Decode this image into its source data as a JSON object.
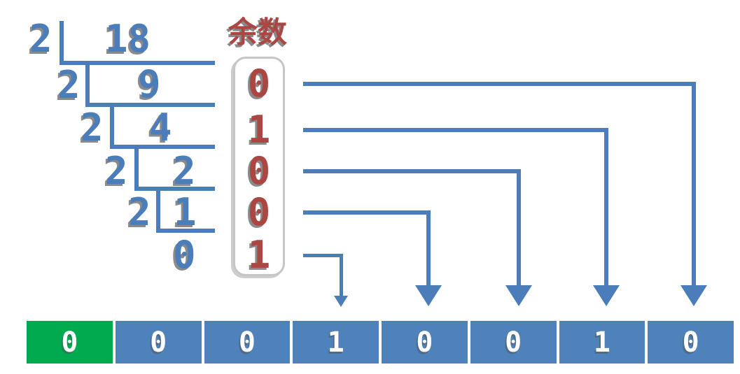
{
  "labels": {
    "remainder_header": "余数"
  },
  "ladder": {
    "steps": [
      {
        "divisor": "2",
        "value": "18"
      },
      {
        "divisor": "2",
        "value": "9"
      },
      {
        "divisor": "2",
        "value": "4"
      },
      {
        "divisor": "2",
        "value": "2"
      },
      {
        "divisor": "2",
        "value": "1"
      }
    ],
    "final_quotient": "0"
  },
  "remainders": [
    "0",
    "1",
    "0",
    "0",
    "1"
  ],
  "result_bits": [
    "0",
    "0",
    "0",
    "1",
    "0",
    "0",
    "1",
    "0"
  ],
  "colors": {
    "stroke_blue": "#4a7db9",
    "cell_blue": "#4f81bb",
    "highlight_green": "#00ab50",
    "remainder_red": "#ab4643",
    "shadow_gray": "#8a8a8a",
    "box_border": "#c6c6c6"
  }
}
